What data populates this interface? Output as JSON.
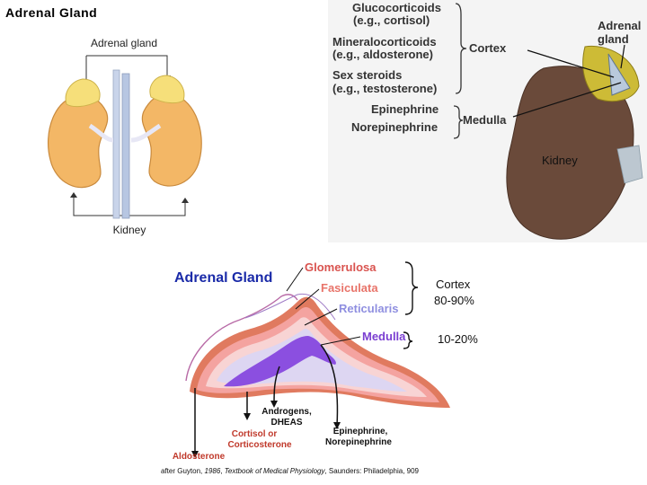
{
  "slide": {
    "title": "Adrenal Gland"
  },
  "panel_left": {
    "top_label": "Adrenal gland",
    "bottom_label": "Kidney"
  },
  "panel_right": {
    "hormones": [
      {
        "name": "Glucocorticoids",
        "example": "(e.g., cortisol)"
      },
      {
        "name": "Mineralocorticoids",
        "example": "(e.g., aldosterone)"
      },
      {
        "name": "Sex steroids",
        "example": "(e.g., testosterone)"
      },
      {
        "name": "Epinephrine"
      },
      {
        "name": "Norepinephrine"
      }
    ],
    "cortex_label": "Cortex",
    "medulla_label": "Medulla",
    "adrenal_label_line1": "Adrenal",
    "adrenal_label_line2": "gland",
    "kidney_label": "Kidney"
  },
  "panel_bottom": {
    "title": "Adrenal Gland",
    "zones": [
      "Glomerulosa",
      "Fasiculata",
      "Reticularis",
      "Medulla"
    ],
    "cortex_label": "Cortex",
    "cortex_pct": "80-90%",
    "medulla_pct": "10-20%",
    "products": {
      "androgens_line1": "Androgens,",
      "androgens_line2": "DHEAS",
      "cortisol_line1": "Cortisol or",
      "cortisol_line2": "Corticosterone",
      "aldosterone": "Aldosterone",
      "epi_line1": "Epinephrine,",
      "epi_line2": "Norepinephrine"
    },
    "citation_prefix": "after Guyton, ",
    "citation_year": "1986",
    "citation_sep": ", ",
    "citation_book": "Textbook of Medical Physiology",
    "citation_suffix": ", Saunders: Philadelphia, 909"
  },
  "colors": {
    "zone_glomerulosa": "#d9534f",
    "zone_fasiculata": "#e8746a",
    "zone_reticularis": "#8f8fe0",
    "zone_medulla": "#7b3fd1",
    "title_blue": "#1a2aa8",
    "kidney_orange": "#f3b766",
    "adrenal_yellow": "#e8cf58",
    "kidney_brown": "#6a4a3a"
  }
}
